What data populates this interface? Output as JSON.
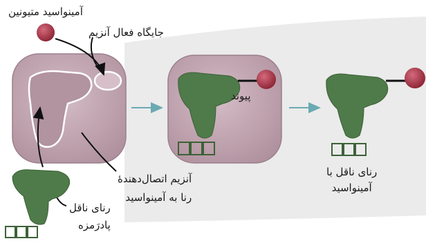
{
  "labels": {
    "amino_acid_methionine": "آمینواسید متیونین",
    "enzyme_active_site": "جایگاه فعال آنزیم",
    "bond": "پیوند",
    "enzyme_line1": "آنزیم اتصال‌دهندهٔ",
    "enzyme_line2": "رنا به آمینواسید",
    "trna_line1": "رنای ناقل",
    "trna_line2": "پادرَمزه",
    "charged_trna_line1": "رنای ناقل با",
    "charged_trna_line2": "آمینواسید"
  },
  "colors": {
    "background_band": "#ebebeb",
    "enzyme_fill": "#c5a7b4",
    "enzyme_stroke": "#9a7f8b",
    "active_site": "#d6bfc8",
    "trna_fill": "#4f7a4a",
    "trna_dark": "#3d6138",
    "amino_acid": "#a83244",
    "arrow": "#6aaab3",
    "pointer": "#111111"
  }
}
